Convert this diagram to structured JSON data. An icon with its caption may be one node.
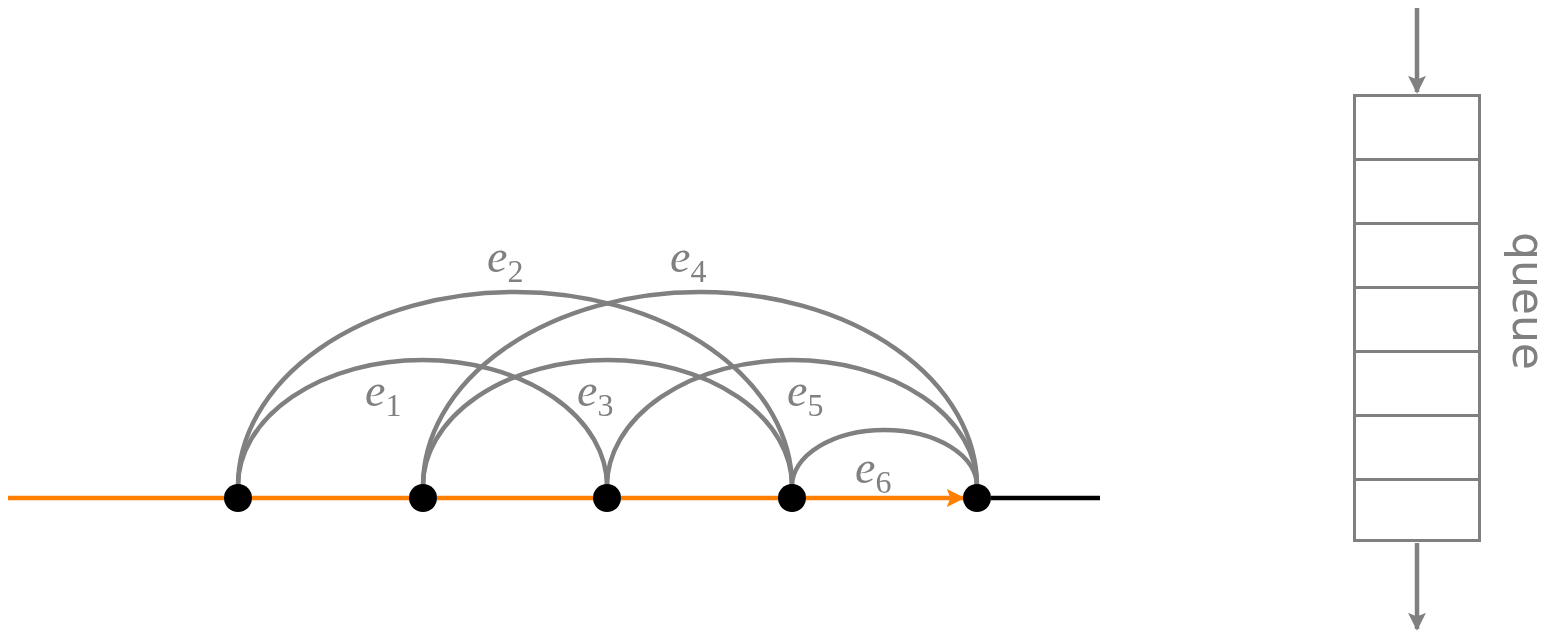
{
  "diagram": {
    "nodes": [
      {
        "text": [],
        "shape": "circle"
      },
      {
        "text": [],
        "shape": "circle"
      },
      {
        "text": [],
        "shape": "circle"
      },
      {
        "text": [],
        "shape": "circle"
      },
      {
        "text": [],
        "shape": "circle"
      },
      {
        "text": [],
        "shape": "box",
        "beside": [
          "queue"
        ]
      }
    ],
    "edges": [
      {
        "from": 0,
        "to": 2,
        "arrow": "none",
        "label": "e$_{1}$"
      },
      {
        "from": 0,
        "to": 3,
        "arrow": "none",
        "label": "e$_{2}$"
      },
      {
        "from": 1,
        "to": 3,
        "arrow": "none",
        "label": "e$_{3}$"
      },
      {
        "from": 1,
        "to": 4,
        "arrow": "none",
        "label": "e$_{4}$"
      },
      {
        "from": 2,
        "to": 4,
        "arrow": "none",
        "label": "e$_{5}$"
      },
      {
        "from": 3,
        "to": 4,
        "arrow": "none",
        "label": "e$_{6}$"
      },
      {
        "from": null,
        "to": 0,
        "arrow": "none",
        "color": "#ff8000"
      },
      {
        "from": 0,
        "to": 1,
        "arrow": "none",
        "color": "#ff8000"
      },
      {
        "from": 1,
        "to": 2,
        "arrow": "none",
        "color": "#ff8000"
      },
      {
        "from": 2,
        "to": 3,
        "arrow": "none",
        "color": "#ff8000"
      },
      {
        "from": 3,
        "to": 4,
        "arrow": "to",
        "color": "#ff8000"
      },
      {
        "from": 4,
        "to": null,
        "arrow": "none",
        "color": "#000000"
      },
      {
        "from": null,
        "to": 5,
        "arrow": "to"
      },
      {
        "from": 5,
        "to": null,
        "arrow": "to"
      }
    ]
  }
}
